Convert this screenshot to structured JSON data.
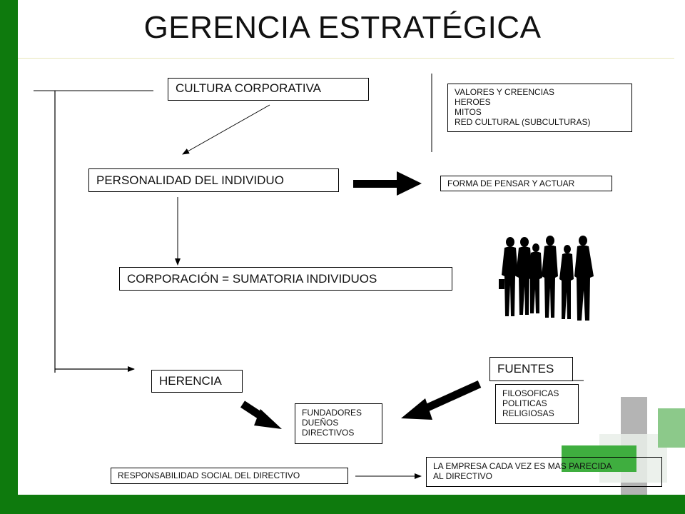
{
  "title": "GERENCIA ESTRATÉGICA",
  "boxes": {
    "cultura": "CULTURA CORPORATIVA",
    "valores": [
      "VALORES Y CREENCIAS",
      "HEROES",
      "MITOS",
      "RED CULTURAL (SUBCULTURAS)"
    ],
    "personalidad": "PERSONALIDAD  DEL INDIVIDUO",
    "forma": "FORMA DE PENSAR Y ACTUAR",
    "corporacion": "CORPORACIÓN  = SUMATORIA INDIVIDUOS",
    "herencia": "HERENCIA",
    "fuentes": "FUENTES",
    "fuentes_items": [
      "FILOSOFICAS",
      "POLITICAS",
      "RELIGIOSAS"
    ],
    "fundadores": [
      "FUNDADORES",
      "DUEÑOS",
      "DIRECTIVOS"
    ],
    "responsabilidad": "RESPONSABILIDAD SOCIAL DEL DIRECTIVO",
    "empresa": [
      "LA EMPRESA CADA VEZ ES MAS PARECIDA",
      "AL DIRECTIVO"
    ]
  },
  "icons": {
    "people": "group-of-people-silhouette-icon"
  },
  "colors": {
    "frame_green": "#0e7a0d",
    "accent_gray": "#b4b4b4",
    "accent_green": "#3fae3f",
    "accent_light_green": "#8cc98a"
  }
}
